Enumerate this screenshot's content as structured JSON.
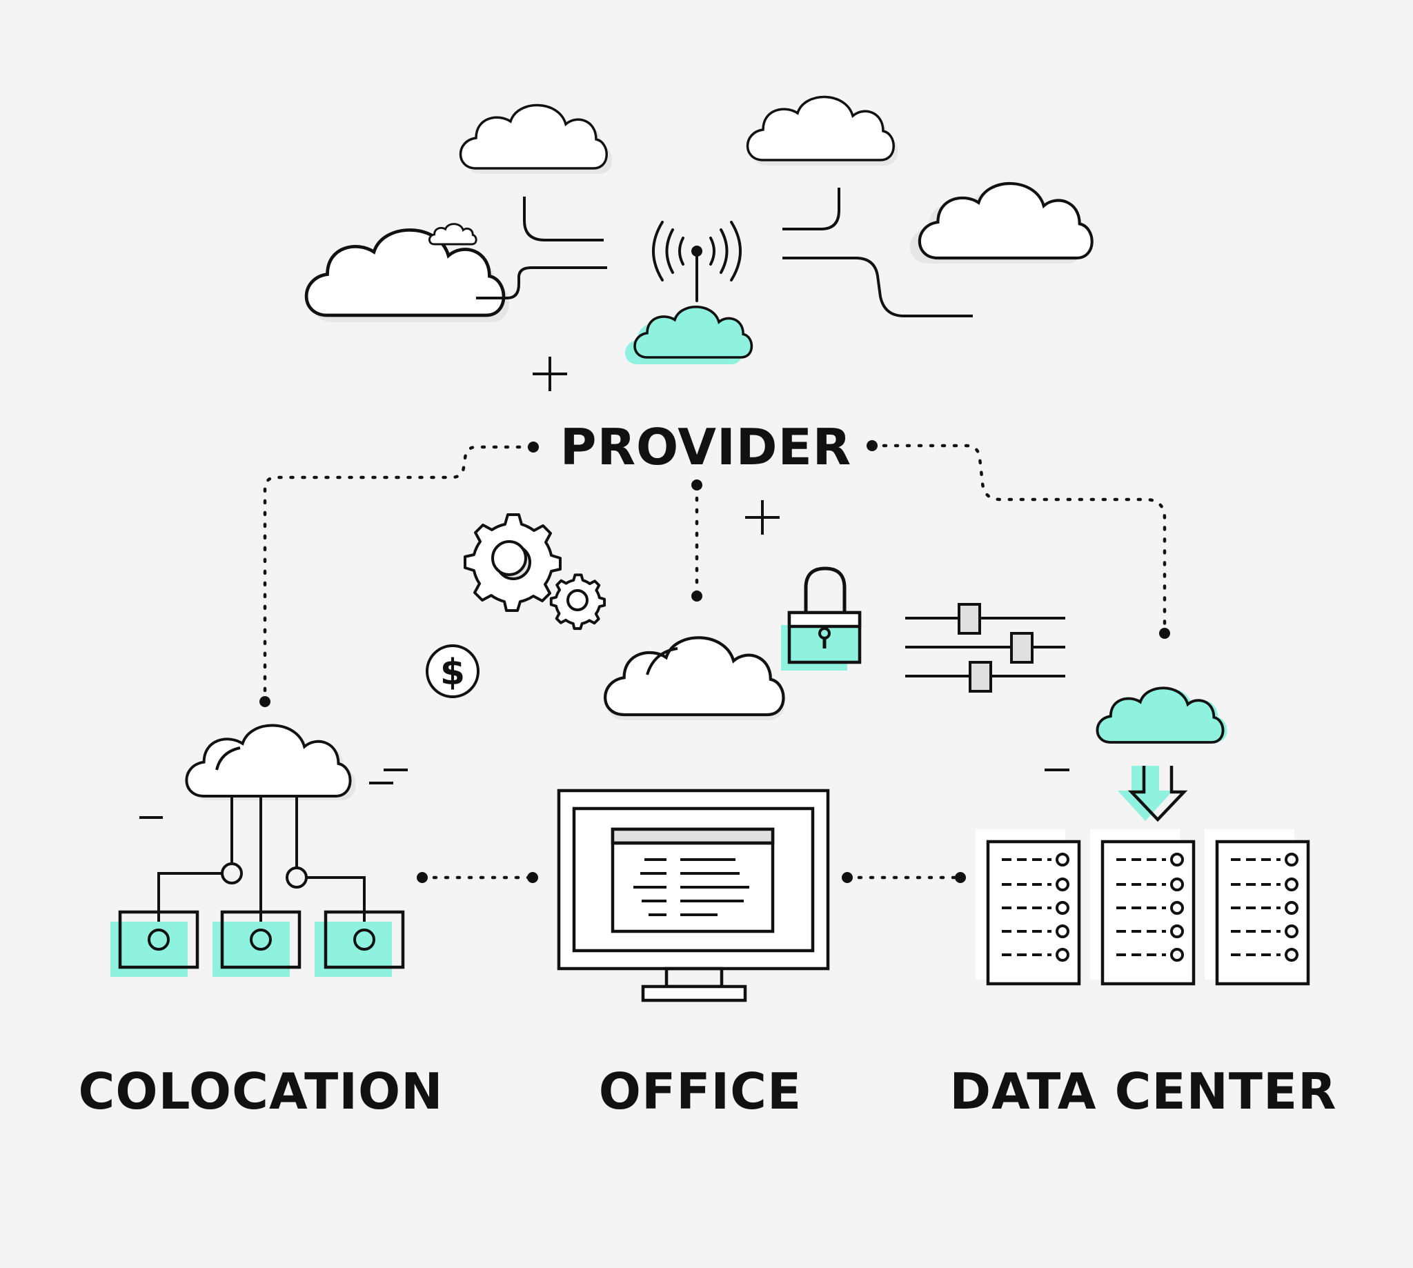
{
  "labels": {
    "provider": "PROVIDER",
    "colocation": "COLOCATION",
    "office": "OFFICE",
    "data_center": "DATA CENTER"
  },
  "icons": {
    "dollar_symbol": "$"
  },
  "colors": {
    "background": "#f4f4f4",
    "stroke": "#111111",
    "accent": "#8ef2df",
    "shadow": "#e6e6e6",
    "fill": "#ffffff"
  }
}
